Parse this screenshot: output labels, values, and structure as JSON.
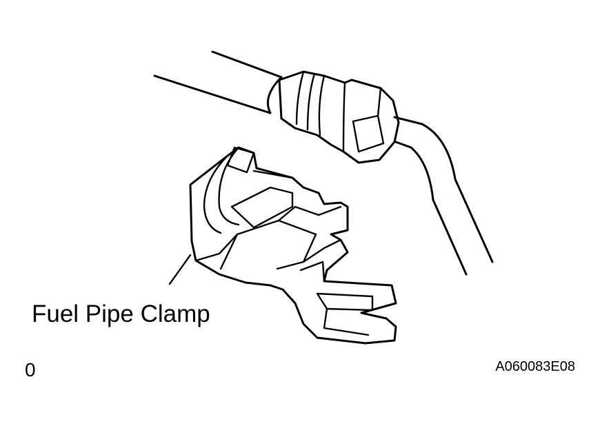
{
  "diagram": {
    "callout_label": "Fuel Pipe Clamp",
    "corner_mark": "0",
    "figure_code": "A060083E08"
  }
}
